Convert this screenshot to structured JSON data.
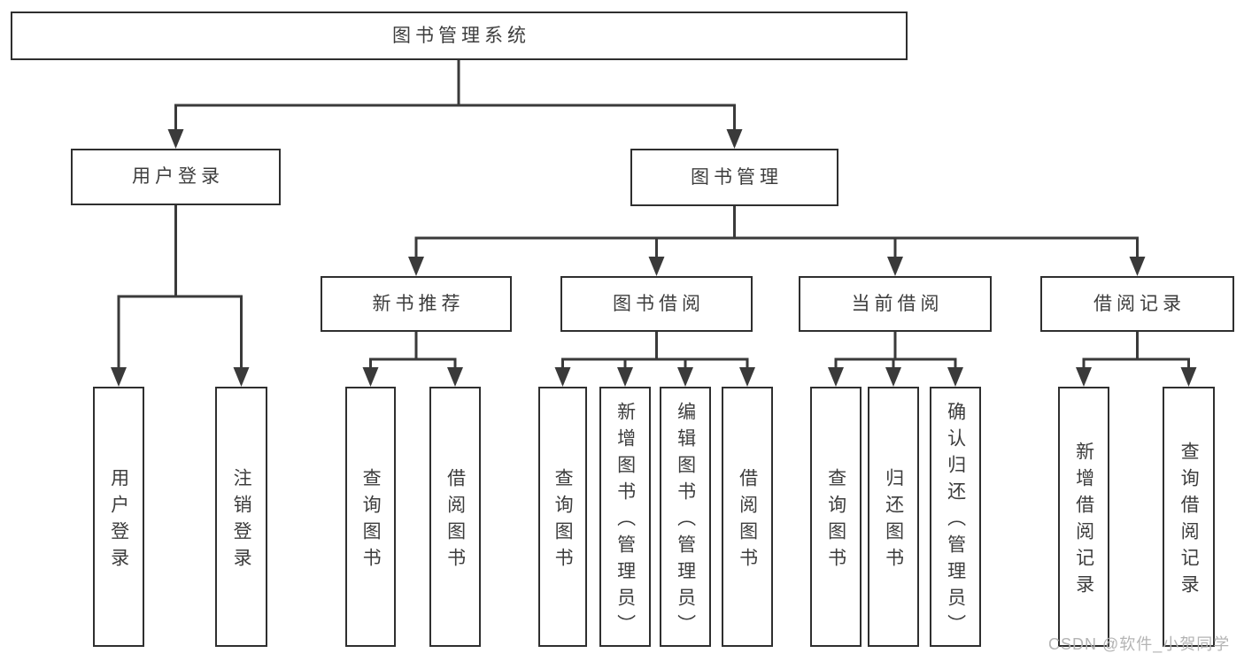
{
  "colors": {
    "line": "#3a3a3a",
    "box_border": "#2f2f2f",
    "box_fill": "#ffffff",
    "text": "#3d3d3d",
    "watermark": "#b4b4b4",
    "background": "#ffffff"
  },
  "tree": {
    "label": "图书管理系统",
    "children": [
      {
        "label": "用户登录",
        "children": [
          {
            "label": "用户登录"
          },
          {
            "label": "注销登录"
          }
        ]
      },
      {
        "label": "图书管理",
        "children": [
          {
            "label": "新书推荐",
            "children": [
              {
                "label": "查询图书"
              },
              {
                "label": "借阅图书"
              }
            ]
          },
          {
            "label": "图书借阅",
            "children": [
              {
                "label": "查询图书"
              },
              {
                "label": "新增图书（管理员）"
              },
              {
                "label": "编辑图书（管理员）"
              },
              {
                "label": "借阅图书"
              }
            ]
          },
          {
            "label": "当前借阅",
            "children": [
              {
                "label": "查询图书"
              },
              {
                "label": "归还图书"
              },
              {
                "label": "确认归还（管理员）"
              }
            ]
          },
          {
            "label": "借阅记录",
            "children": [
              {
                "label": "新增借阅记录"
              },
              {
                "label": "查询借阅记录"
              }
            ]
          }
        ]
      }
    ]
  },
  "watermark": {
    "text": "CSDN @软件_小贺同学"
  }
}
